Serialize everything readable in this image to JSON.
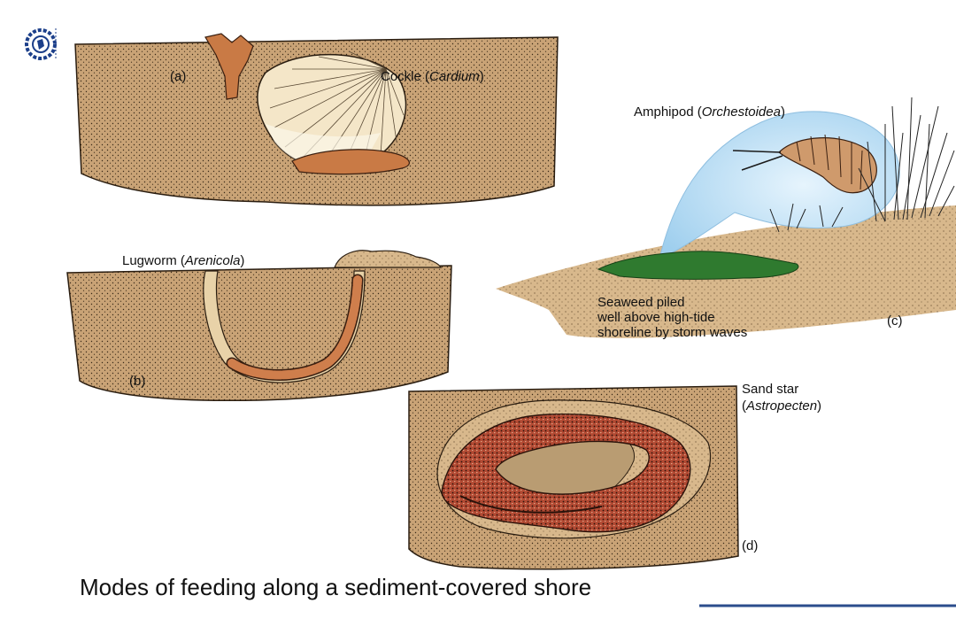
{
  "panels": {
    "a": {
      "tag": "(a)",
      "name": "Cockle",
      "genus": "Cardium"
    },
    "b": {
      "tag": "(b)",
      "name": "Lugworm",
      "genus": "Arenicola"
    },
    "c": {
      "tag": "(c)",
      "name": "Amphipod",
      "genus": "Orchestoidea",
      "note_lines": [
        "Seaweed piled",
        "well above high-tide",
        "shoreline by storm waves"
      ]
    },
    "d": {
      "tag": "(d)",
      "name": "Sand star",
      "genus": "Astropecten"
    }
  },
  "caption": "Modes of feeding along a sediment-covered shore",
  "colors": {
    "sediment": "#c9a376",
    "sediment_dark": "#a77e52",
    "shell": "#f2e4c4",
    "worm": "#cf7e4c",
    "star": "#a8442f",
    "seaweed": "#2f7a2f",
    "bubble": "#a9d6f2",
    "accent_line": "#2b4d8c"
  },
  "icons": {
    "logo": "university-seal-icon"
  }
}
